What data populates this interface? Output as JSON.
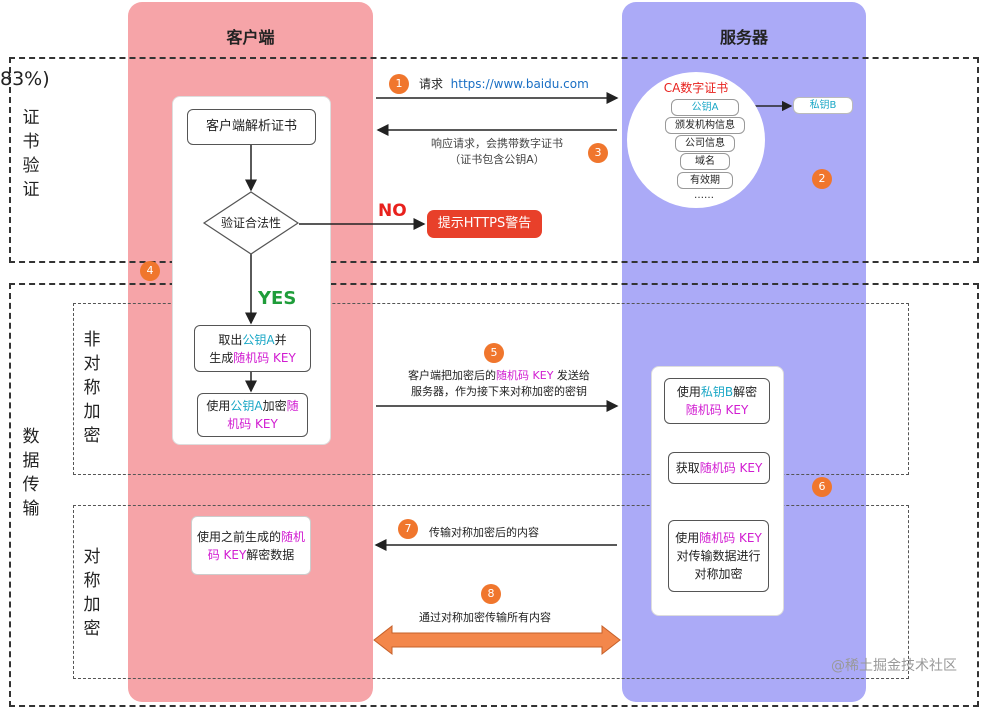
{
  "columns": {
    "client_title": "客户端",
    "server_title": "服务器"
  },
  "side_labels": {
    "cert_verify": [
      "证",
      "书",
      "验",
      "证"
    ],
    "data_transfer": [
      "数",
      "据",
      "传",
      "输"
    ],
    "asym": [
      "非",
      "对",
      "称",
      "加",
      "密"
    ],
    "sym": [
      "对",
      "称",
      "加",
      "密"
    ]
  },
  "zoom_text": "83%)",
  "steps": {
    "s1": "1",
    "s2": "2",
    "s3": "3",
    "s4": "4",
    "s5": "5",
    "s6": "6",
    "s7": "7",
    "s8": "8",
    "request_label": "请求",
    "request_url": "https://www.baidu.com",
    "response_line1": "响应请求，会携带数字证书",
    "response_line2": "（证书包含公钥A）",
    "send_line1_a": "客户端把加密后的",
    "send_line1_b": "随机码 KEY",
    "send_line1_c": " 发送给",
    "send_line2": "服务器，作为接下来对称加密的密钥",
    "sym_transfer": "传输对称加密后的内容",
    "all_transfer": "通过对称加密传输所有内容"
  },
  "certificate": {
    "title": "CA数字证书",
    "fields": [
      "公钥A",
      "颁发机构信息",
      "公司信息",
      "域名",
      "有效期",
      "……"
    ],
    "private_key": "私钥B"
  },
  "client_flow": {
    "parse": "客户端解析证书",
    "validate": "验证合法性",
    "no": "NO",
    "warning": "提示HTTPS警告",
    "yes": "YES",
    "take_a": "取出",
    "take_b": "公钥A",
    "take_c": "并",
    "take_d": "生成",
    "take_e": "随机码 KEY",
    "enc_a": "使用",
    "enc_b": "公钥A",
    "enc_c": "加密",
    "enc_d": "随",
    "enc_e": "机码 KEY",
    "dec_a": "使用之前生成的",
    "dec_b": "随机",
    "dec_c": "码 KEY",
    "dec_d": "解密数据"
  },
  "server_flow": {
    "dec_a": "使用",
    "dec_b": "私钥B",
    "dec_c": "解密",
    "dec_d": "随机码 KEY",
    "get_a": "获取",
    "get_b": "随机码 KEY",
    "enc_a": "使用",
    "enc_b": "随机码 KEY",
    "enc_c": "对传输数据进行",
    "enc_d": "对称加密"
  },
  "watermark": "@稀土掘金技术社区",
  "colors": {
    "client": "#f6a4a8",
    "server": "#abaaf7",
    "step": "#f0762d",
    "warning": "#e8402a",
    "yes": "#1f9d3a",
    "no": "#e8211d",
    "cyan": "#1aa7c6",
    "magenta": "#d11bd1"
  }
}
